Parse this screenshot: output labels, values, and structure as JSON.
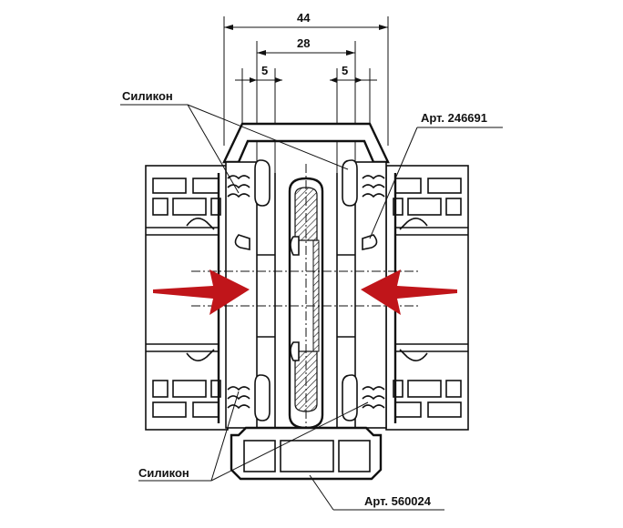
{
  "dimensions": {
    "overall_width": "44",
    "inner_width": "28",
    "left_gap": "5",
    "right_gap": "5"
  },
  "labels": {
    "silicone_top": "Силикон",
    "silicone_bottom": "Силикон",
    "article_top": "Арт. 246691",
    "article_bottom": "Арт. 560024"
  },
  "colors": {
    "line": "#111111",
    "arrow": "#c0151a",
    "background": "#ffffff"
  },
  "icons": [
    "left-force-arrow-icon",
    "right-force-arrow-icon"
  ]
}
